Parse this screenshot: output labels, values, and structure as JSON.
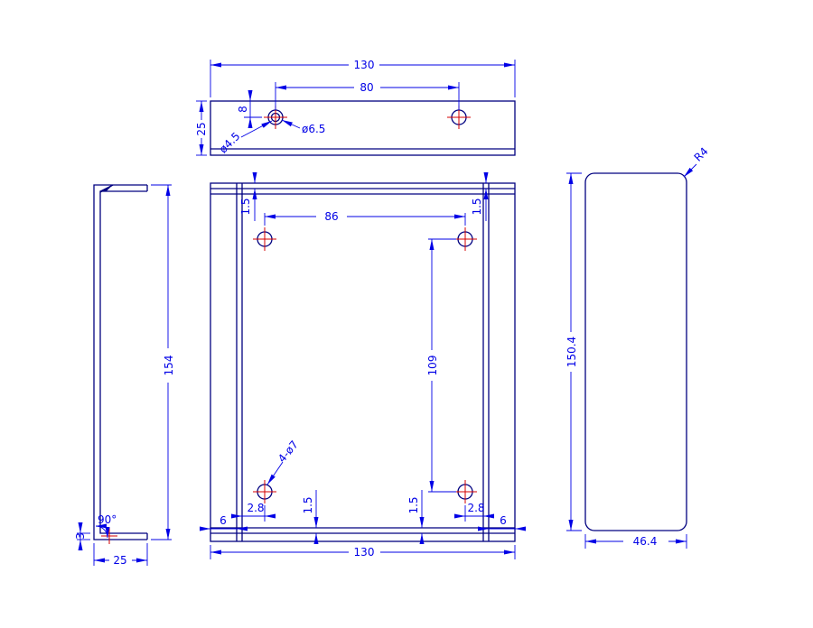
{
  "colors": {
    "background": "#ffffff",
    "geometry": "#000080",
    "dimension": "#0000e6",
    "centerline": "#d40000"
  },
  "views": {
    "top": {
      "dims": {
        "overall_width": "130",
        "hole_spacing": "80",
        "depth": "25",
        "hole_offset": "8",
        "counterbore_dia": "ø6.5",
        "hole_dia": "ø4.5"
      }
    },
    "side": {
      "dims": {
        "height": "154",
        "flange_depth": "25",
        "bend_angle": "90°",
        "flange_thickness": "3"
      }
    },
    "front": {
      "dims": {
        "hole_spacing_h": "86",
        "hole_spacing_v": "109",
        "wall_top_left": "1.5",
        "wall_top_right": "1.5",
        "wall_bottom_left": "1.5",
        "wall_bottom_right": "1.5",
        "offset_left": "2.8",
        "offset_right": "2.8",
        "margin_left": "6",
        "margin_right": "6",
        "overall_width": "130",
        "hole_callout": "4-ø7"
      }
    },
    "right": {
      "dims": {
        "height": "150.4",
        "depth": "46.4",
        "corner_radius": "R4"
      }
    }
  }
}
